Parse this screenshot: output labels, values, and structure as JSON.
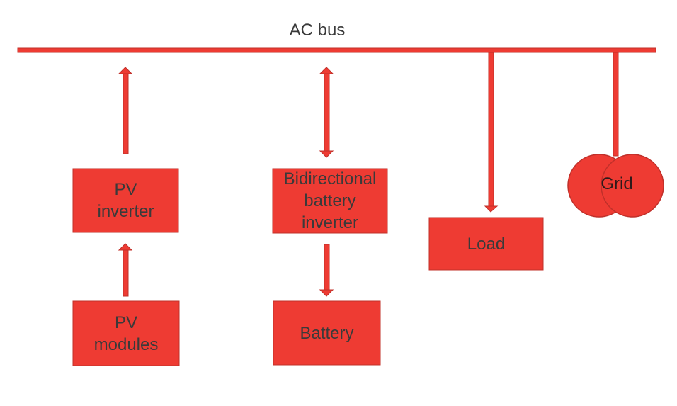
{
  "bus": {
    "label": "AC bus"
  },
  "blocks": {
    "pv_inverter": "PV\ninverter",
    "pv_modules": "PV\nmodules",
    "bidirectional_inverter": "Bidirectional\nbattery\ninverter",
    "battery": "Battery",
    "load": "Load",
    "grid": "Grid"
  },
  "colors": {
    "fill": "#ee3b33",
    "stroke": "#c0302a",
    "text": "#3a3a3a"
  }
}
